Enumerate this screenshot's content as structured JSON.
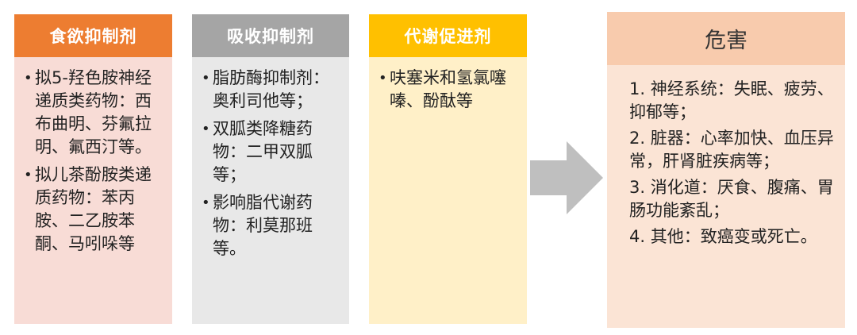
{
  "columns": [
    {
      "title": "食欲抑制剂",
      "items": [
        "拟5-羟色胺神经递质类药物：西布曲明、芬氟拉明、氟西汀等。",
        "拟儿茶酚胺类递质药物：苯丙胺、二乙胺苯酮、马吲哚等"
      ],
      "colors": {
        "header": "#ed7d31",
        "body": "#f8dcd6"
      }
    },
    {
      "title": "吸收抑制剂",
      "items": [
        "脂肪酶抑制剂：奥利司他等；",
        "双胍类降糖药物：二甲双胍等；",
        "影响脂代谢药物：利莫那班等。"
      ],
      "colors": {
        "header": "#a5a5a5",
        "body": "#e8e8e8"
      }
    },
    {
      "title": "代谢促进剂",
      "items": [
        "呋塞米和氢氯噻嗪、酚酞等"
      ],
      "colors": {
        "header": "#ffc000",
        "body": "#fff0c8"
      }
    }
  ],
  "arrow": {
    "icon": "right-arrow-icon",
    "color": "#bfbfbf"
  },
  "harm": {
    "title": "危害",
    "items": [
      "1. 神经系统：失眠、疲劳、抑郁等；",
      "2. 脏器：心率加快、血压异常，肝肾脏疾病等；",
      "3. 消化道：厌食、腹痛、胃肠功能紊乱；",
      "4. 其他：致癌变或死亡。"
    ],
    "colors": {
      "header": "#f8cbad",
      "body": "#fbe4d5"
    }
  }
}
